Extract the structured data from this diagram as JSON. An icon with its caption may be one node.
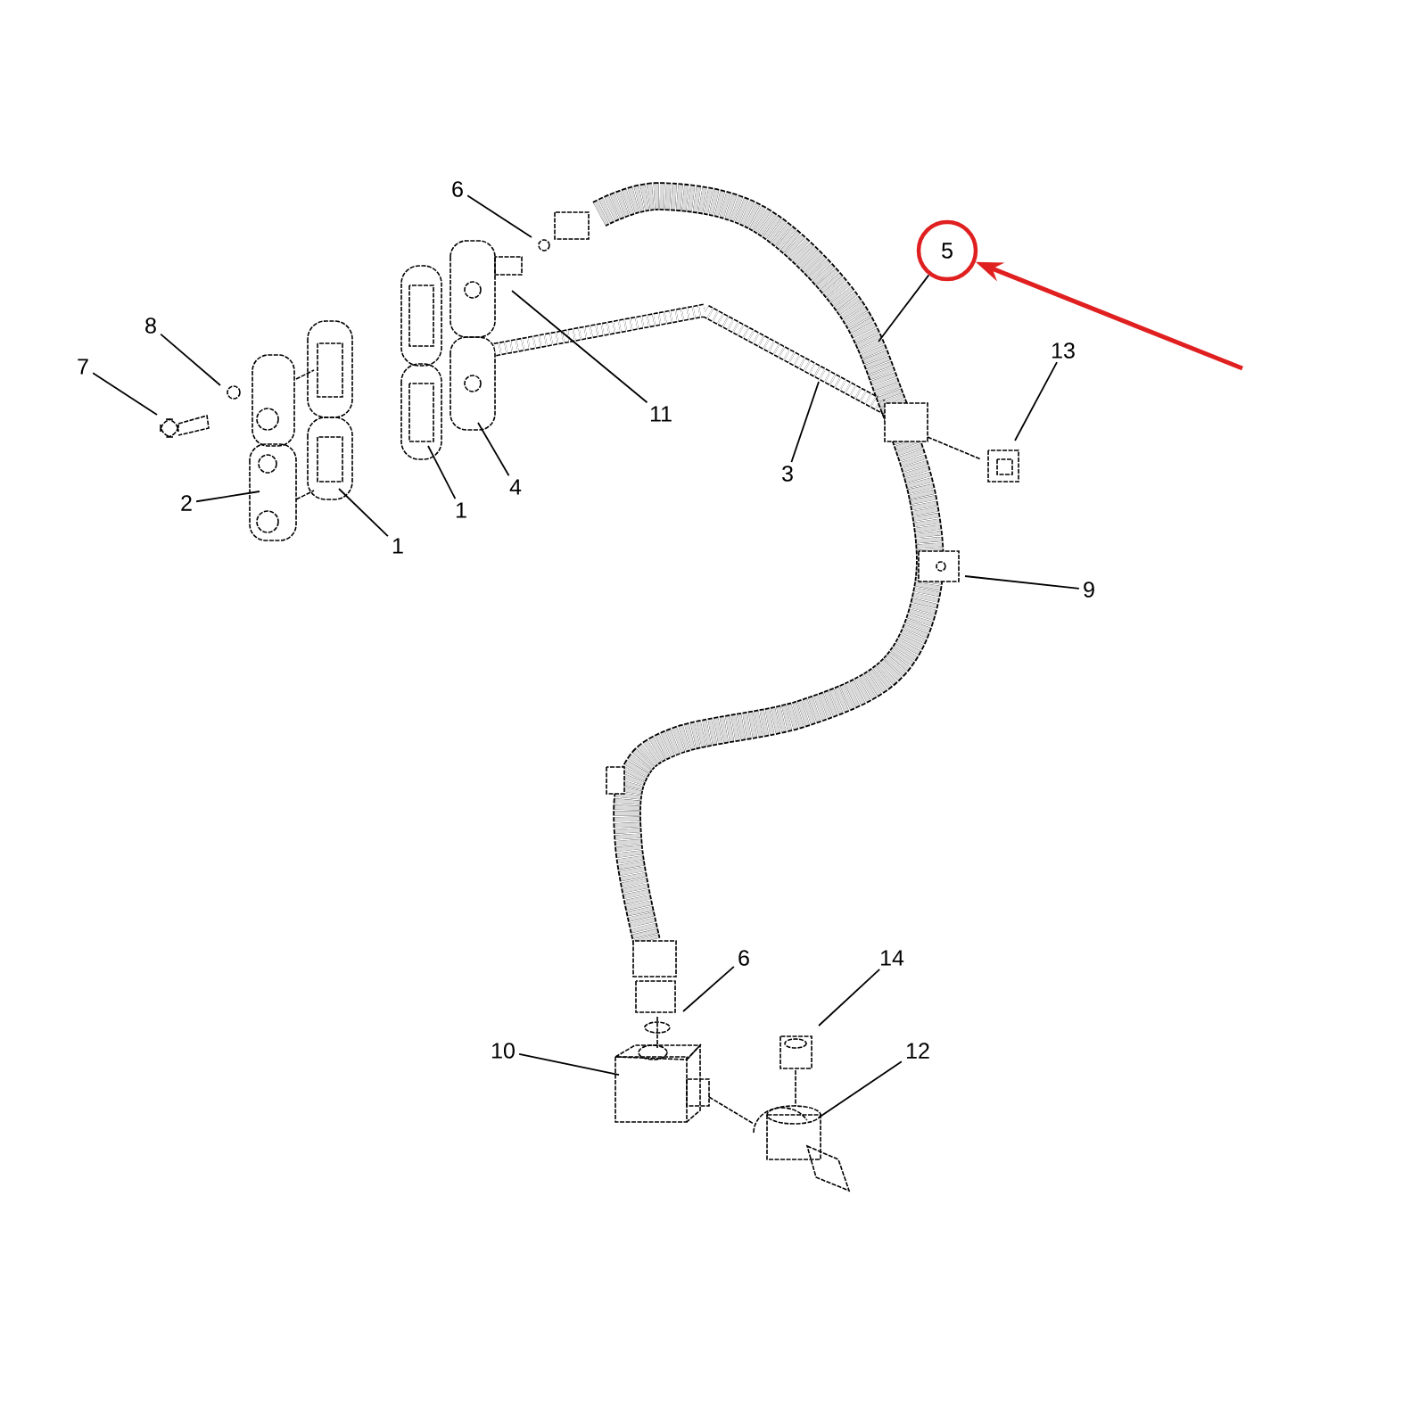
{
  "diagram": {
    "nodes": [
      {
        "text": [
          "6"
        ]
      },
      {
        "text": [
          "8"
        ]
      },
      {
        "text": [
          "7"
        ]
      },
      {
        "text": [
          "11"
        ]
      },
      {
        "text": [
          "2"
        ]
      },
      {
        "text": [
          "1"
        ]
      },
      {
        "text": [
          "1"
        ]
      },
      {
        "text": [
          "4"
        ]
      },
      {
        "text": [
          "3"
        ]
      },
      {
        "text": [
          "5"
        ]
      },
      {
        "text": [
          "13"
        ]
      },
      {
        "text": [
          "9"
        ]
      },
      {
        "text": [
          "6"
        ]
      },
      {
        "text": [
          "14"
        ]
      },
      {
        "text": [
          "10"
        ]
      },
      {
        "text": [
          "12"
        ]
      }
    ],
    "edges": [
      {
        "from": 0,
        "to": null,
        "arrow": "none"
      },
      {
        "from": 1,
        "to": null,
        "arrow": "none"
      },
      {
        "from": 2,
        "to": null,
        "arrow": "none"
      },
      {
        "from": 3,
        "to": null,
        "arrow": "none"
      },
      {
        "from": 4,
        "to": null,
        "arrow": "none"
      },
      {
        "from": 5,
        "to": null,
        "arrow": "none"
      },
      {
        "from": 6,
        "to": null,
        "arrow": "none"
      },
      {
        "from": 7,
        "to": null,
        "arrow": "none"
      },
      {
        "from": 8,
        "to": null,
        "arrow": "none"
      },
      {
        "from": 9,
        "to": null,
        "arrow": "none"
      },
      {
        "from": 10,
        "to": null,
        "arrow": "none"
      },
      {
        "from": 11,
        "to": null,
        "arrow": "none"
      },
      {
        "from": 12,
        "to": null,
        "arrow": "none"
      },
      {
        "from": 13,
        "to": null,
        "arrow": "none"
      },
      {
        "from": 14,
        "to": null,
        "arrow": "none"
      },
      {
        "from": 15,
        "to": null,
        "arrow": "none"
      },
      {
        "from": null,
        "to": 9,
        "arrow": "to",
        "style": "thick",
        "color": "#e02020"
      }
    ]
  }
}
